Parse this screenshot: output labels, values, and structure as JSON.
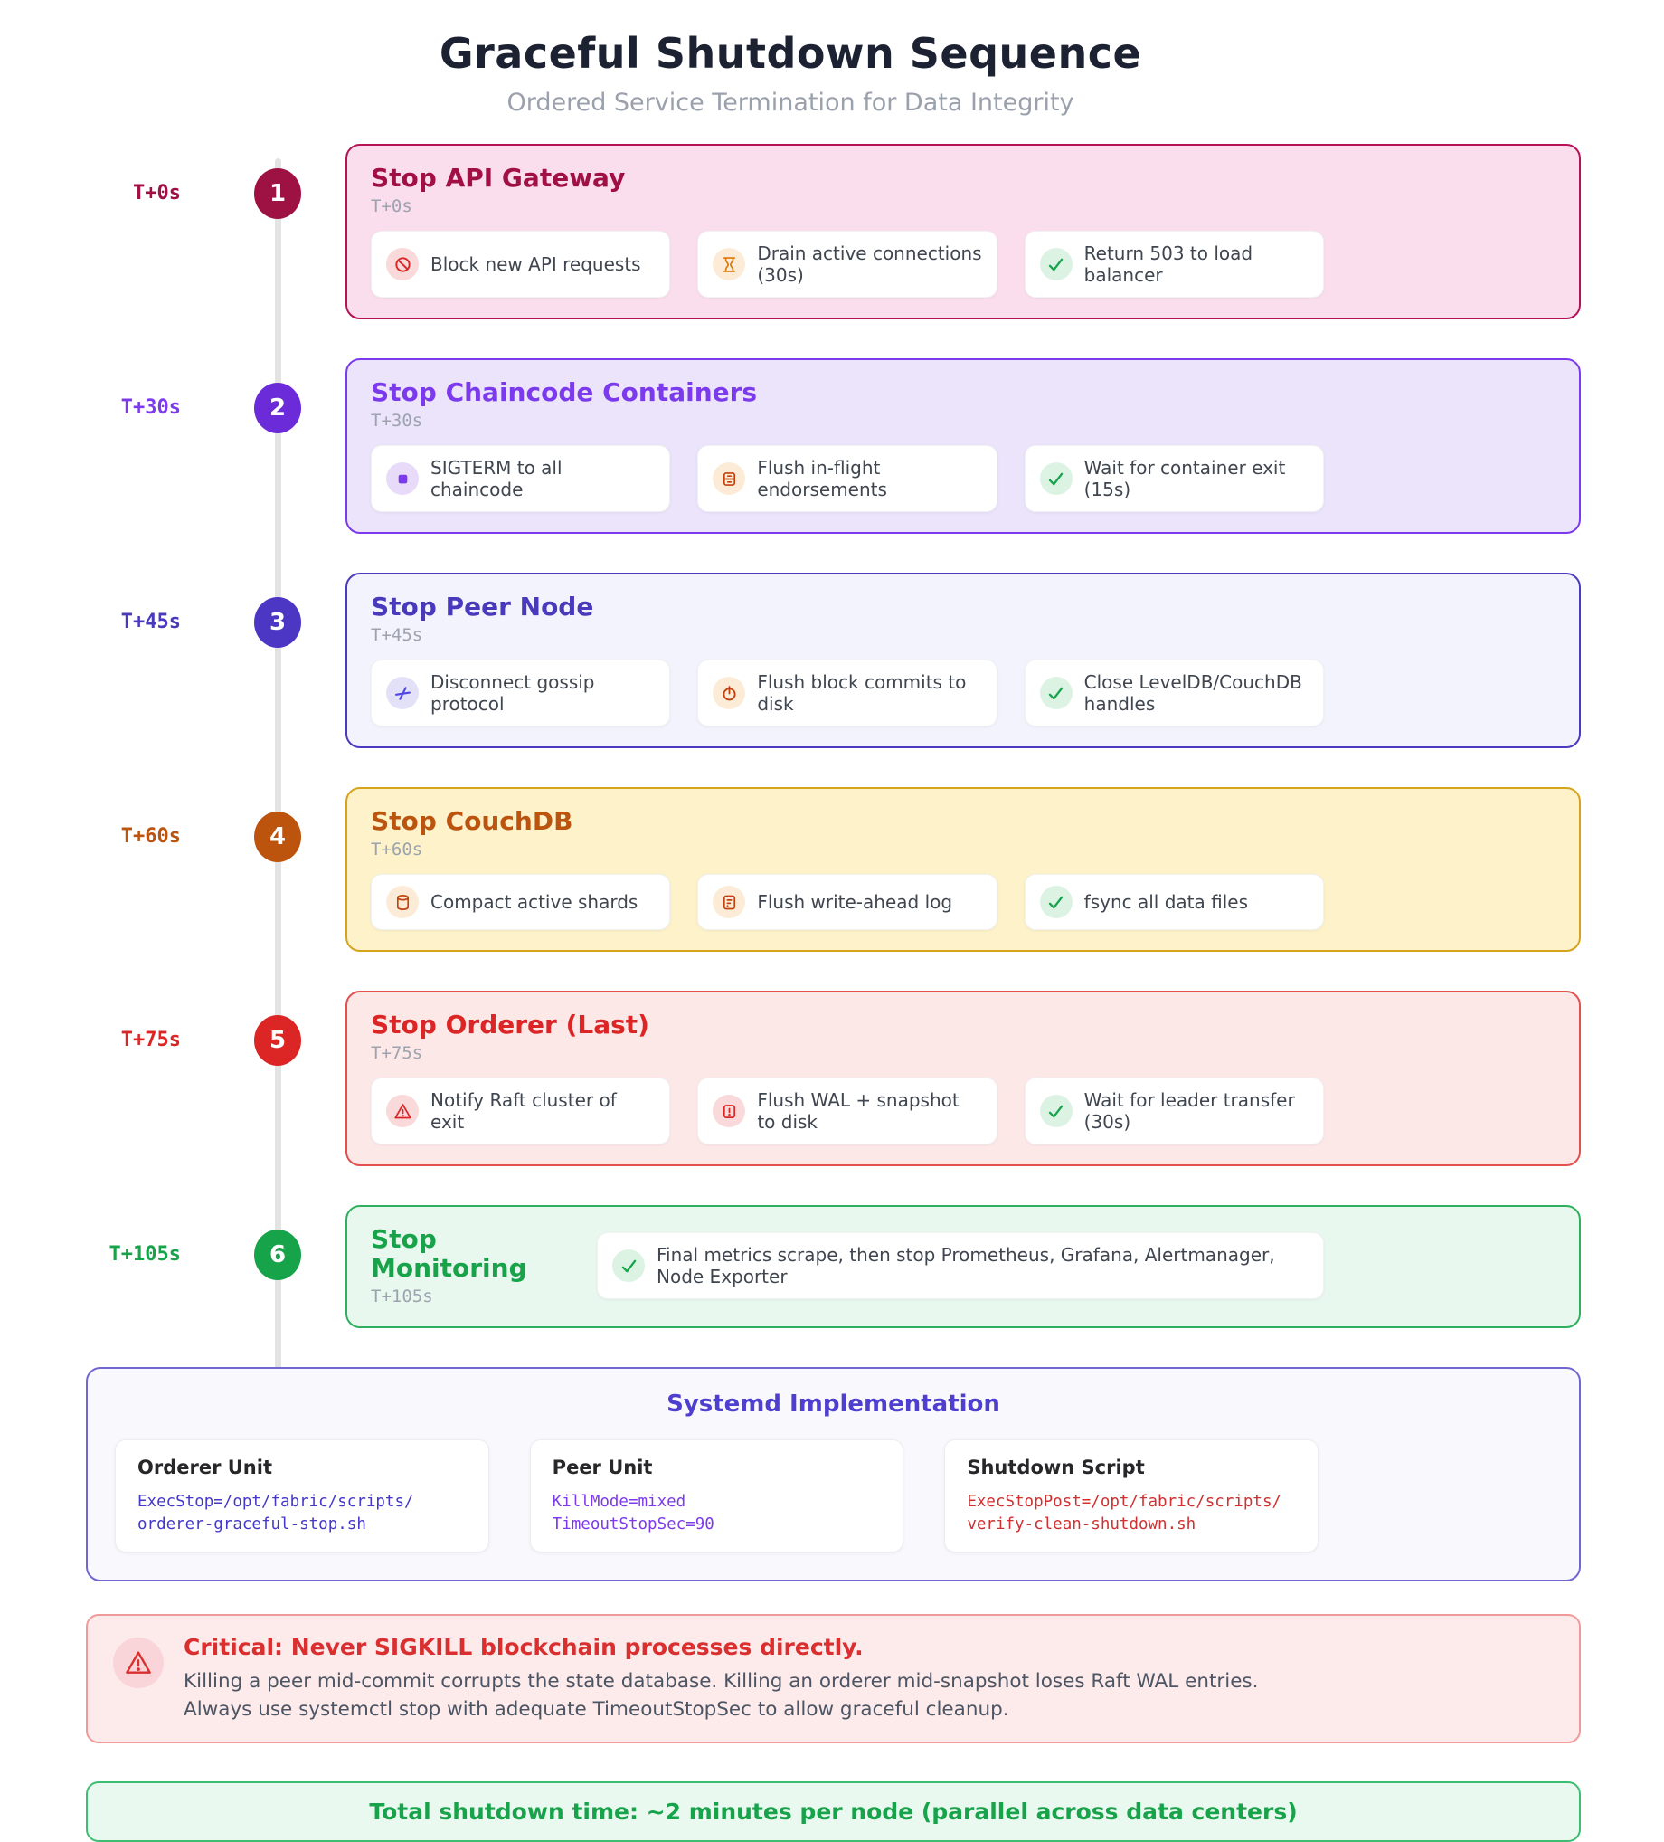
{
  "header": {
    "title": "Graceful Shutdown Sequence",
    "subtitle": "Ordered Service Termination for Data Integrity"
  },
  "steps": [
    {
      "number": "1",
      "time_label": "T+0s",
      "title": "Stop API Gateway",
      "time": "T+0s",
      "colors": {
        "accent": "#a11045",
        "circle": "#9e1243",
        "bg": "#fbdeed",
        "border": "#b41457"
      },
      "items": [
        {
          "icon": "no-entry-icon",
          "label": "Block new API requests"
        },
        {
          "icon": "hourglass-icon",
          "label": "Drain active connections (30s)"
        },
        {
          "icon": "check-icon",
          "label": "Return 503 to load balancer"
        }
      ]
    },
    {
      "number": "2",
      "time_label": "T+30s",
      "title": "Stop Chaincode Containers",
      "time": "T+30s",
      "colors": {
        "accent": "#7c3aed",
        "circle": "#6c2bd9",
        "bg": "#ebe4fb",
        "border": "#7c3aed"
      },
      "items": [
        {
          "icon": "stop-square-icon",
          "label": "SIGTERM to all chaincode"
        },
        {
          "icon": "flush-tray-icon",
          "label": "Flush in-flight endorsements"
        },
        {
          "icon": "check-icon",
          "label": "Wait for container exit (15s)"
        }
      ]
    },
    {
      "number": "3",
      "time_label": "T+45s",
      "title": "Stop Peer Node",
      "time": "T+45s",
      "colors": {
        "accent": "#4839bd",
        "circle": "#4c36c4",
        "bg": "#f3f3fd",
        "border": "#4a3ac0"
      },
      "items": [
        {
          "icon": "disconnect-icon",
          "label": "Disconnect gossip protocol"
        },
        {
          "icon": "power-icon",
          "label": "Flush block commits to disk"
        },
        {
          "icon": "check-icon",
          "label": "Close LevelDB/CouchDB handles"
        }
      ]
    },
    {
      "number": "4",
      "time_label": "T+60s",
      "title": "Stop CouchDB",
      "time": "T+60s",
      "colors": {
        "accent": "#bb540f",
        "circle": "#bc540e",
        "bg": "#fdf2ca",
        "border": "#d6a41c"
      },
      "items": [
        {
          "icon": "database-icon",
          "label": "Compact active shards"
        },
        {
          "icon": "journal-icon",
          "label": "Flush write-ahead log"
        },
        {
          "icon": "check-icon",
          "label": "fsync all data files"
        }
      ]
    },
    {
      "number": "5",
      "time_label": "T+75s",
      "title": "Stop Orderer (Last)",
      "time": "T+75s",
      "colors": {
        "accent": "#dc2626",
        "circle": "#dc2626",
        "bg": "#fde8e8",
        "border": "#e25050"
      },
      "items": [
        {
          "icon": "warning-triangle-icon",
          "label": "Notify Raft cluster of exit"
        },
        {
          "icon": "exclamation-box-icon",
          "label": "Flush WAL + snapshot to disk"
        },
        {
          "icon": "check-icon",
          "label": "Wait for leader transfer (30s)"
        }
      ]
    },
    {
      "number": "6",
      "time_label": "T+105s",
      "title": "Stop Monitoring",
      "time": "T+105s",
      "colors": {
        "accent": "#18a34b",
        "circle": "#17a34a",
        "bg": "#e8f8ee",
        "border": "#2eb05e"
      },
      "items": [
        {
          "icon": "check-icon",
          "label": "Final metrics scrape, then stop Prometheus, Grafana, Alertmanager, Node Exporter"
        }
      ]
    }
  ],
  "systemd": {
    "title": "Systemd Implementation",
    "cards": [
      {
        "title": "Orderer Unit",
        "code": "ExecStop=/opt/fabric/scripts/\norderer-graceful-stop.sh",
        "code_color": "#4338ca"
      },
      {
        "title": "Peer Unit",
        "code": "KillMode=mixed\nTimeoutStopSec=90",
        "code_color": "#7c3aed"
      },
      {
        "title": "Shutdown Script",
        "code": "ExecStopPost=/opt/fabric/scripts/\nverify-clean-shutdown.sh",
        "code_color": "#d03030"
      }
    ]
  },
  "warning": {
    "icon": "warning-triangle-icon",
    "title": "Critical: Never SIGKILL blockchain processes directly.",
    "body_line1": "Killing a peer mid-commit corrupts the state database. Killing an orderer mid-snapshot loses Raft WAL entries.",
    "body_line2": "Always use systemctl stop with adequate TimeoutStopSec to allow graceful cleanup."
  },
  "footer": {
    "total_time": "Total shutdown time: ~2 minutes per node (parallel across data centers)"
  },
  "colors": {
    "timeline_line": "#e3e3e3",
    "heading": "#1d2233",
    "subtitle": "#9aa1ac",
    "chip_text": "#3f4650",
    "systemd_border": "#7166d2",
    "systemd_bg": "#f8f8fd",
    "systemd_title": "#4f3fd0",
    "warning_border": "#f09a9a",
    "warning_bg": "#fdeaeb",
    "warning_title": "#d92f2f",
    "warning_body": "#4b5563",
    "banner_border": "#3dbd72",
    "banner_bg": "#e9f9ef",
    "banner_text": "#17a34a"
  }
}
